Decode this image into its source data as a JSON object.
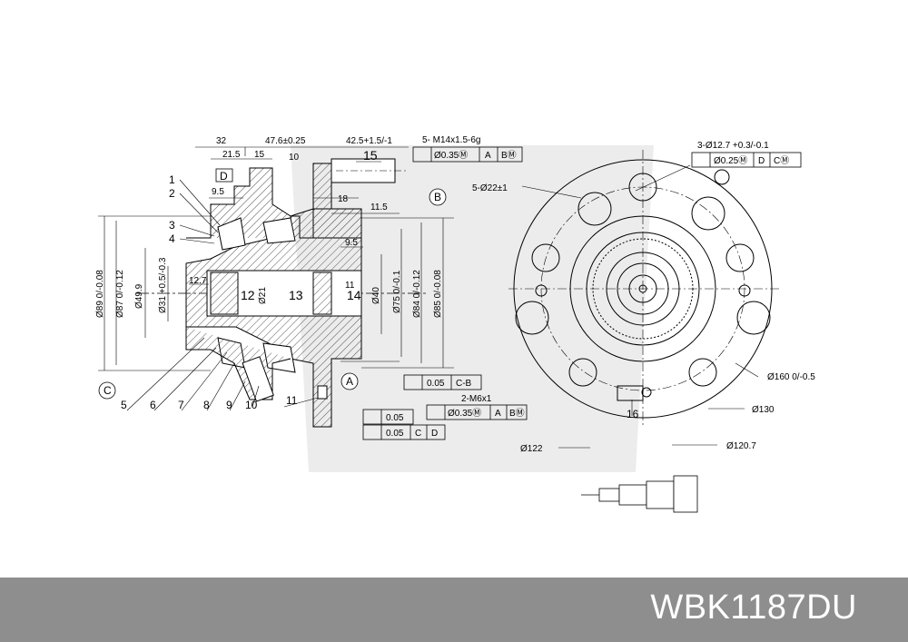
{
  "part_number": "WBK1187DU",
  "colors": {
    "footer_bg": "#8e8e8e",
    "footer_text": "#ffffff",
    "line": "#000000",
    "hatch": "#555555",
    "watermark": "#e6e6e6"
  },
  "section_view": {
    "top_dims": [
      "32",
      "47.6±0.25",
      "42.5+1.5/-1",
      "21.5",
      "15",
      "10",
      "9.5",
      "18",
      "11.5",
      "9.5"
    ],
    "callouts": [
      "1",
      "2",
      "3",
      "4",
      "5",
      "6",
      "7",
      "8",
      "9",
      "10",
      "11",
      "12",
      "13",
      "14",
      "15"
    ],
    "inner_dims": [
      "12.7",
      "Ø21",
      "Ø40",
      "11"
    ],
    "left_dims": [
      "Ø89 0/-0.08",
      "Ø87 0/-0.12",
      "Ø49.9",
      "Ø31 +0.5/-0.3"
    ],
    "right_dims": [
      "Ø75 0/-0.1",
      "Ø84 0/-0.12",
      "Ø85 0/-0.08"
    ],
    "datums": [
      "D",
      "C",
      "B",
      "A"
    ],
    "thread_note": "5- M14x1.5-6g",
    "fcf_top": [
      "Ø0.35Ⓜ",
      "A",
      "BⓂ"
    ],
    "fcf_runout_cb": [
      "0.05",
      "C-B"
    ],
    "thread_note_2": "2-M6x1",
    "fcf_flatness": [
      "0.05"
    ],
    "fcf_runout_cd": [
      "0.05",
      "C",
      "D"
    ],
    "fcf_bottom": [
      "Ø0.35Ⓜ",
      "A",
      "BⓂ"
    ]
  },
  "face_view": {
    "hole_note": "3-Ø12.7 +0.3/-0.1",
    "fcf_holes": [
      "Ø0.25Ⓜ",
      "D",
      "CⓂ"
    ],
    "bolt_note": "5-Ø22±1",
    "callout": "16",
    "dims": [
      "Ø160 0/-0.5",
      "Ø130",
      "Ø120.7",
      "Ø122"
    ]
  }
}
